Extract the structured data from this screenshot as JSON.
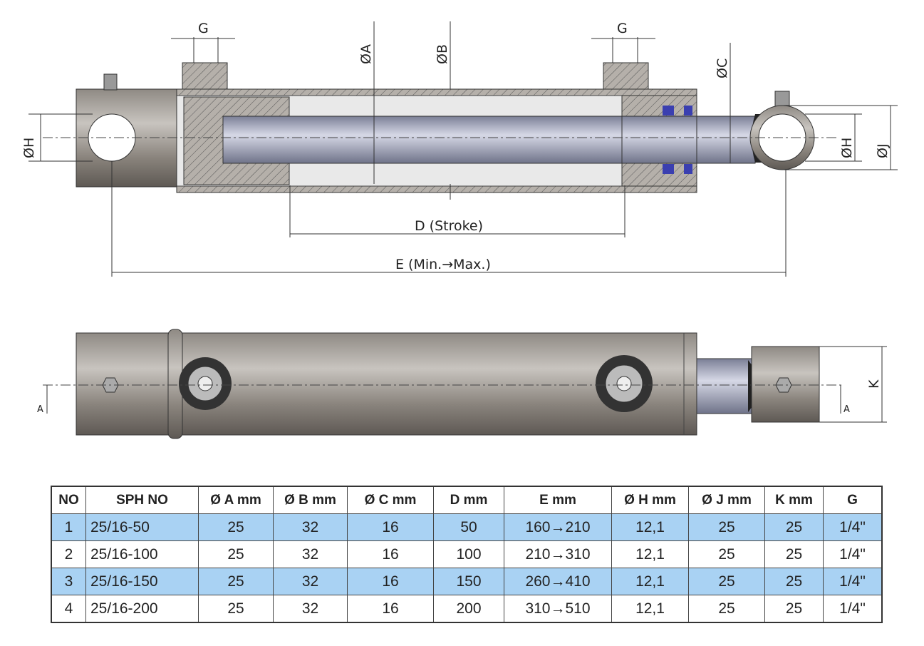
{
  "drawing": {
    "labels": {
      "g_left": "G",
      "g_right": "G",
      "dia_a": "ØA",
      "dia_b": "ØB",
      "dia_c": "ØC",
      "dia_h_left": "ØH",
      "dia_h_right": "ØH",
      "dia_j": "ØJ",
      "stroke": "D (Stroke)",
      "length": "E (Min.→Max.)",
      "section_a_left": "A",
      "section_a_right": "A",
      "k": "K"
    },
    "colors": {
      "steel": "#8a8580",
      "rod": "#a9acc0",
      "seal": "#3a3fb0",
      "highlight_row": "#a9d2f3"
    }
  },
  "table": {
    "headers": [
      "NO",
      "SPH NO",
      "Ø A mm",
      "Ø B mm",
      "Ø C mm",
      "D mm",
      "E mm",
      "Ø H mm",
      "Ø J mm",
      "K mm",
      "G"
    ],
    "rows": [
      [
        "1",
        "25/16-50",
        "25",
        "32",
        "16",
        "50",
        "160→210",
        "12,1",
        "25",
        "25",
        "1/4\""
      ],
      [
        "2",
        "25/16-100",
        "25",
        "32",
        "16",
        "100",
        "210→310",
        "12,1",
        "25",
        "25",
        "1/4\""
      ],
      [
        "3",
        "25/16-150",
        "25",
        "32",
        "16",
        "150",
        "260→410",
        "12,1",
        "25",
        "25",
        "1/4\""
      ],
      [
        "4",
        "25/16-200",
        "25",
        "32",
        "16",
        "200",
        "310→510",
        "12,1",
        "25",
        "25",
        "1/4\""
      ]
    ]
  }
}
